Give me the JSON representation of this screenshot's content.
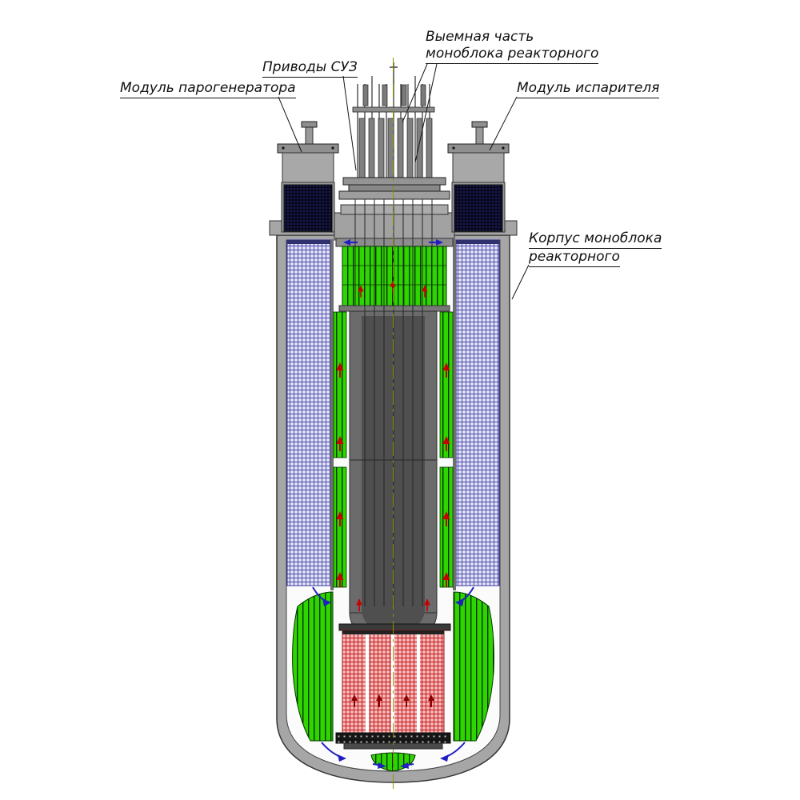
{
  "diagram": {
    "kind": "engineering-cross-section",
    "subject": "Реакторный моноблок"
  },
  "labels": {
    "removable_part_line1": "Выемная часть",
    "removable_part_line2": "моноблока реакторного",
    "cps_drives": "Приводы СУЗ",
    "steam_generator_module": "Модуль парогенератора",
    "evaporator_module": "Модуль испарителя",
    "vessel_line1": "Корпус моноблока",
    "vessel_line2": "реакторного"
  },
  "colors": {
    "steam_generator_hatch": "#4343a8",
    "green_panels": "#2fd500",
    "core_hatch": "#c81414",
    "vessel_gray": "#a6a6a6",
    "flow_hot_arrow": "#c80000",
    "flow_cold_arrow": "#2020c0",
    "center_axis": "#8f8f00"
  }
}
